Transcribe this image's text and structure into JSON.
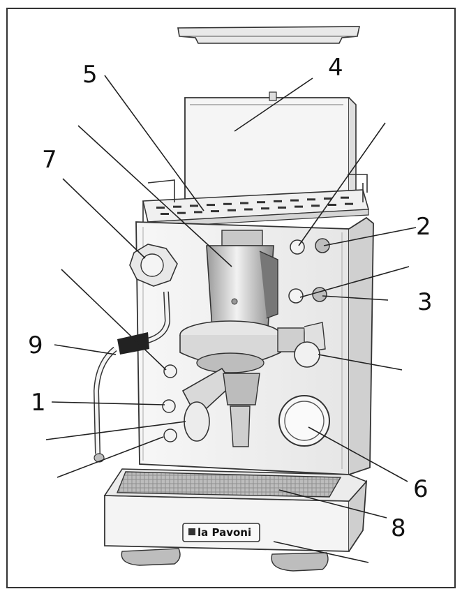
{
  "brand": {
    "logo_text": "la Pavoni"
  },
  "callouts": [
    {
      "id": "5",
      "label": "5"
    },
    {
      "id": "4",
      "label": "4"
    },
    {
      "id": "7",
      "label": "7"
    },
    {
      "id": "2",
      "label": "2"
    },
    {
      "id": "3",
      "label": "3"
    },
    {
      "id": "9",
      "label": "9"
    },
    {
      "id": "1",
      "label": "1"
    },
    {
      "id": "6",
      "label": "6"
    },
    {
      "id": "8",
      "label": "8"
    }
  ],
  "colors": {
    "outline": "#333333",
    "fill_light": "#f2f2f2",
    "fill_mid": "#d9d9d9",
    "fill_dark": "#8a8a8a"
  }
}
